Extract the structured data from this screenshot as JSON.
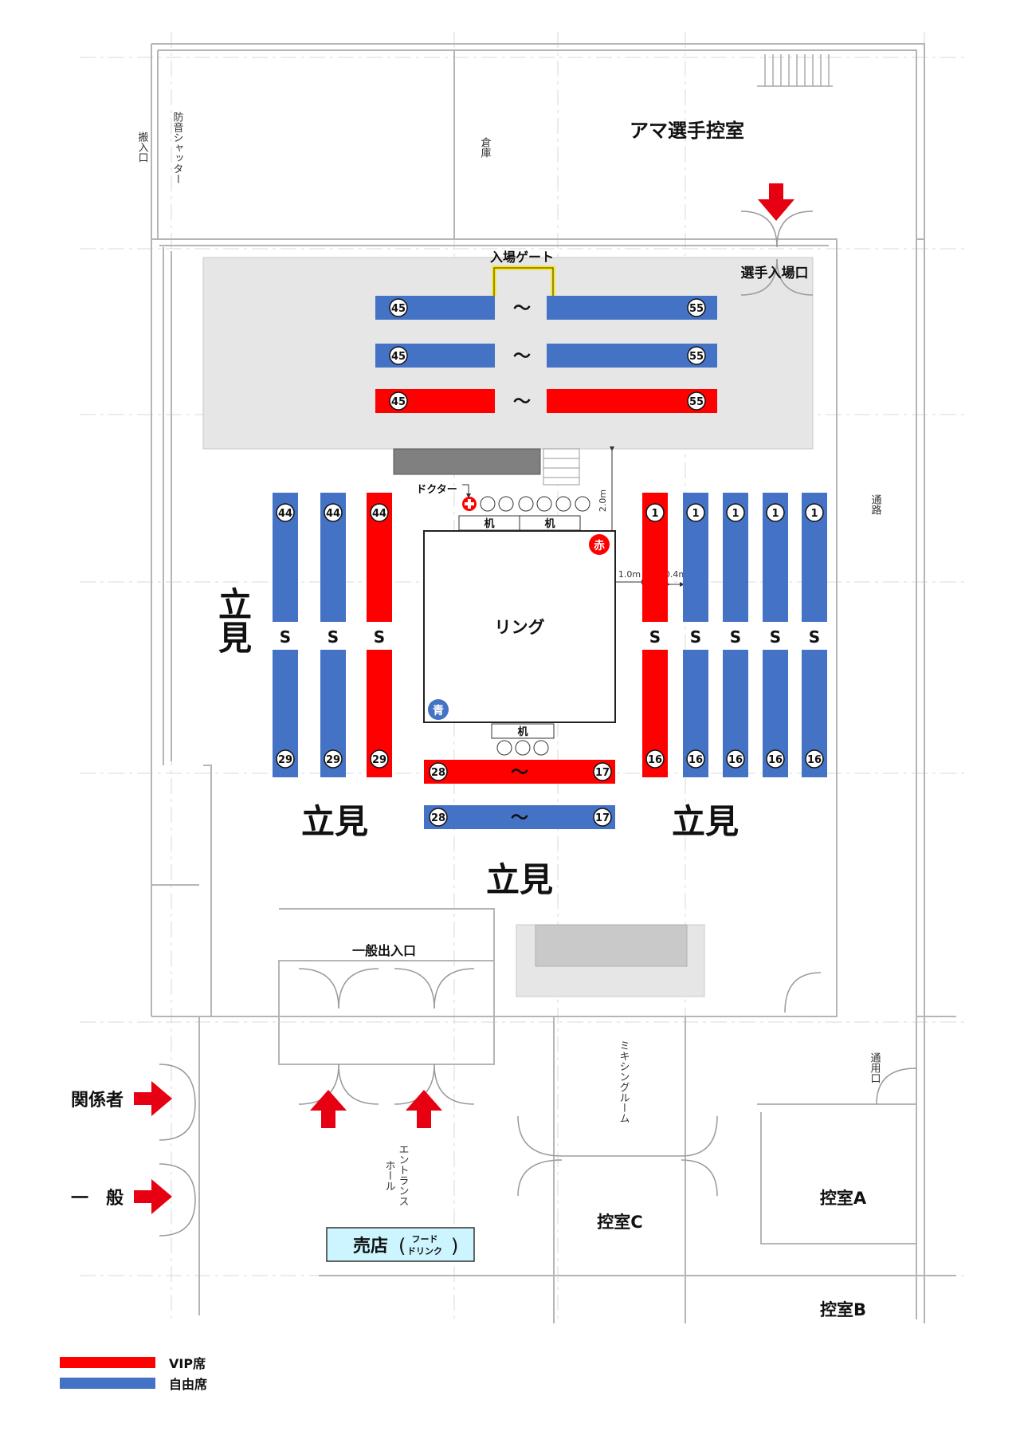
{
  "colors": {
    "vip": "#ff0000",
    "free": "#4472c4",
    "floor": "#e6e6e6",
    "kiosk": "#ccf5ff",
    "yellow": "#ffe600"
  },
  "rooms": {
    "ama_room": "アマ選手控室",
    "player_entrance": "選手入場口",
    "entry_gate": "入場ゲート",
    "warehouse": "倉庫",
    "loading_entrance": "搬入口",
    "soundproof_shutter": "防音シャッター",
    "passage": "通路",
    "service_entrance": "通用口",
    "mixing_room": "ミキシングルーム",
    "room_a": "控室A",
    "room_b": "控室B",
    "room_c": "控室C",
    "entrance_hall_line1": "エントランス",
    "entrance_hall_line2": "ホール",
    "general_exit": "一般出入口"
  },
  "labels": {
    "doctor": "ドクター",
    "desk": "机",
    "ring": "リング",
    "red_corner": "赤",
    "blue_corner": "青",
    "standing": "立見",
    "dist_2m": "2.0m",
    "dist_1m": "1.0m",
    "dist_04m": "0.4m",
    "tilde": "〜",
    "wave": "S"
  },
  "entrances": {
    "staff": "関係者",
    "general": "一　般"
  },
  "kiosk": {
    "main": "売店",
    "sub_line1": "フード",
    "sub_line2": "ドリンク"
  },
  "legend": [
    {
      "label": "VIP席",
      "color": "#ff0000"
    },
    {
      "label": "自由席",
      "color": "#4472c4"
    }
  ],
  "seats": {
    "top_rows": [
      {
        "type": "free",
        "from": "45",
        "to": "55"
      },
      {
        "type": "free",
        "from": "45",
        "to": "55"
      },
      {
        "type": "vip",
        "from": "45",
        "to": "55"
      }
    ],
    "left_columns": [
      {
        "type": "free",
        "top": "44",
        "bottom": "29"
      },
      {
        "type": "free",
        "top": "44",
        "bottom": "29"
      },
      {
        "type": "vip",
        "top": "44",
        "bottom": "29"
      }
    ],
    "right_columns": [
      {
        "type": "vip",
        "top": "1",
        "bottom": "16"
      },
      {
        "type": "free",
        "top": "1",
        "bottom": "16"
      },
      {
        "type": "free",
        "top": "1",
        "bottom": "16"
      },
      {
        "type": "free",
        "top": "1",
        "bottom": "16"
      },
      {
        "type": "free",
        "top": "1",
        "bottom": "16"
      }
    ],
    "bottom_rows": [
      {
        "type": "vip",
        "from": "28",
        "to": "17"
      },
      {
        "type": "free",
        "from": "28",
        "to": "17"
      }
    ]
  }
}
